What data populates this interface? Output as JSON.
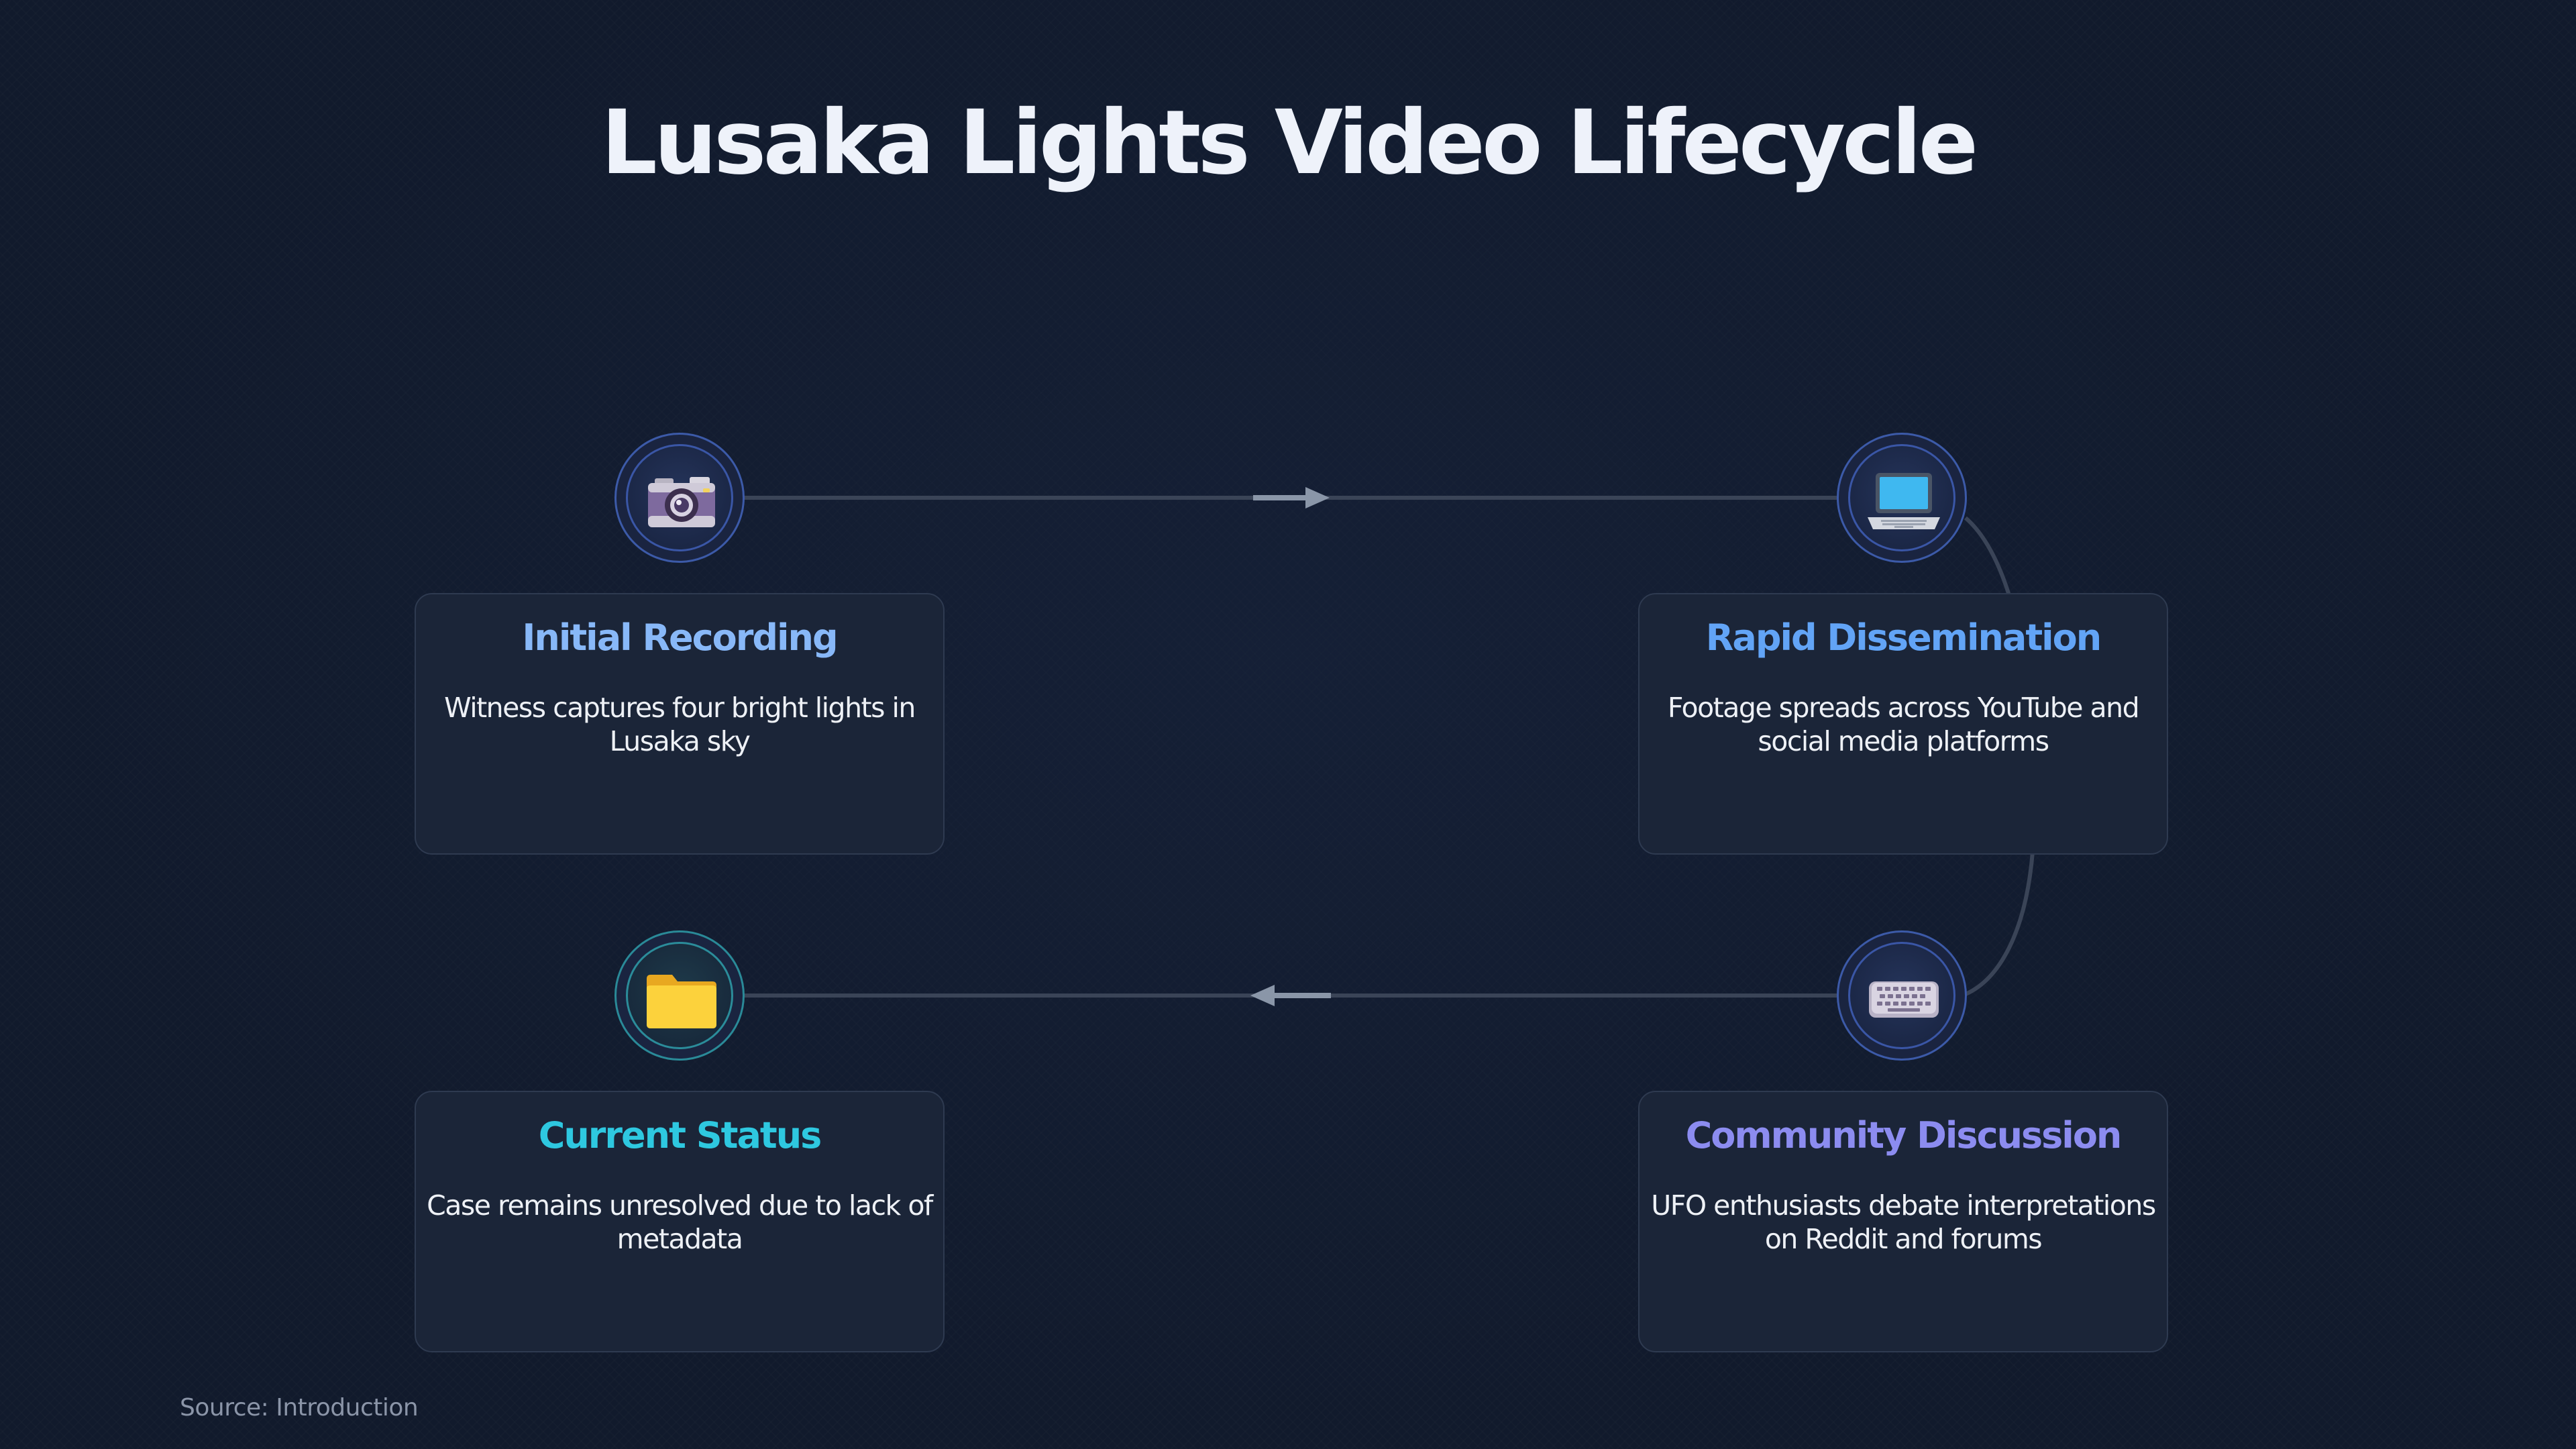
{
  "title": "Lusaka Lights Video Lifecycle",
  "colors": {
    "background": "#111a2c",
    "card": "#1b2538",
    "connector": "#3a4457",
    "arrow": "#8a96a8",
    "title_blue": "#88b8f8",
    "title_blue_bright": "#62a4f6",
    "title_cyan": "#2ec8e0",
    "title_violet": "#8c8cf0"
  },
  "steps": [
    {
      "icon": "camera-icon",
      "title": "Initial Recording",
      "description": "Witness captures four bright lights in Lusaka sky",
      "title_color": "#88b8f8"
    },
    {
      "icon": "laptop-icon",
      "title": "Rapid Dissemination",
      "description": "Footage spreads across YouTube and social media platforms",
      "title_color": "#62a4f6"
    },
    {
      "icon": "keyboard-icon",
      "title": "Community Discussion",
      "description": "UFO enthusiasts debate interpretations on Reddit and forums",
      "title_color": "#8c8cf0"
    },
    {
      "icon": "folder-icon",
      "title": "Current Status",
      "description": "Case remains unresolved due to lack of metadata",
      "title_color": "#2ec8e0"
    }
  ],
  "source": "Source: Introduction"
}
